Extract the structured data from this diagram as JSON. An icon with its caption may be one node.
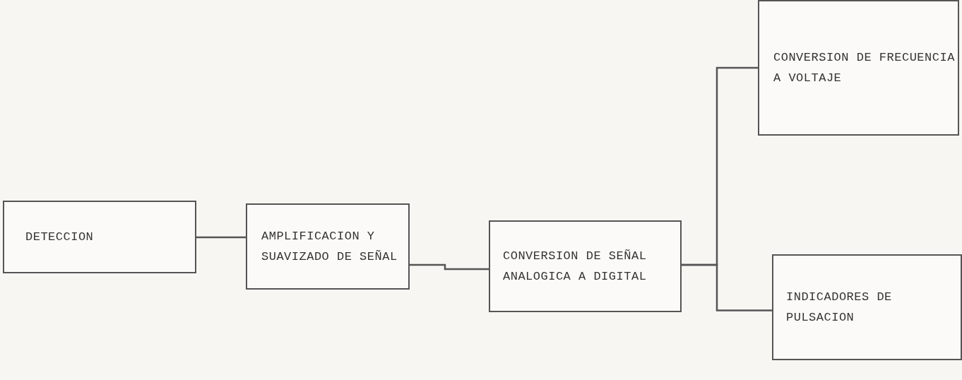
{
  "diagram": {
    "nodes": [
      {
        "text": [
          "DETECCION"
        ]
      },
      {
        "text": [
          "AMPLIFICACION Y SUAVIZADO DE SEÑAL"
        ]
      },
      {
        "text": [
          "CONVERSION DE SEÑAL ANALOGICA A DIGITAL"
        ]
      },
      {
        "text": [
          "CONVERSION DE FRECUENCIA A VOLTAJE"
        ]
      },
      {
        "text": [
          "INDICADORES DE PULSACION"
        ]
      }
    ],
    "edges": [
      {
        "from": 0,
        "to": 1,
        "arrow": "none"
      },
      {
        "from": 1,
        "to": 2,
        "arrow": "none"
      },
      {
        "from": 2,
        "to": 3,
        "arrow": "none"
      },
      {
        "from": 2,
        "to": 4,
        "arrow": "none"
      }
    ]
  }
}
